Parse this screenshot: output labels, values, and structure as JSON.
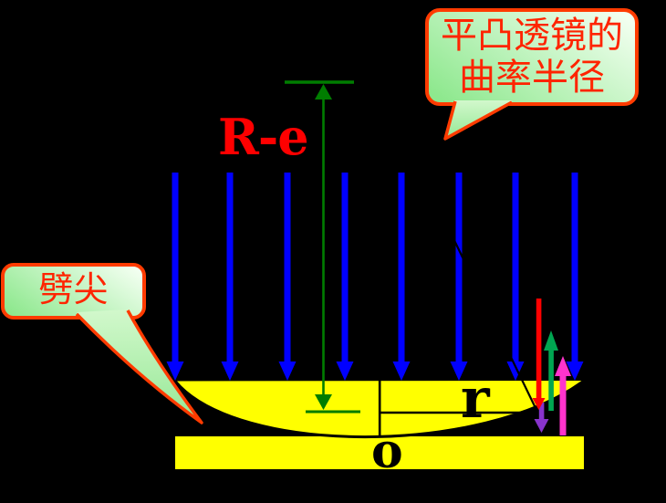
{
  "labels": {
    "radius_measure": "R-e",
    "ring_radius": "r",
    "contact_point": "o"
  },
  "callouts": {
    "lens_radius": {
      "line1": "平凸透镜的",
      "line2": "曲率半径"
    },
    "wedge": {
      "label": "劈尖"
    }
  },
  "diagram": {
    "incident_ray_count": 8
  },
  "colors": {
    "background": "#000000",
    "glass_yellow": "#FFFF00",
    "incident_ray_blue": "#0000FF",
    "measure_green": "#007D00",
    "label_red": "#FF0000",
    "callout_border": "#FF3B00",
    "callout_text_red": "#FF2400",
    "callout_fill_light": "#F2FFF0",
    "callout_fill_dark": "#8EE88E",
    "reflected_ray_green": "#00A651",
    "reflected_ray_magenta": "#FF33CC",
    "refracted_ray_purple": "#8833CC",
    "incident_ray_red": "#FF0000",
    "outline_black": "#000000"
  }
}
